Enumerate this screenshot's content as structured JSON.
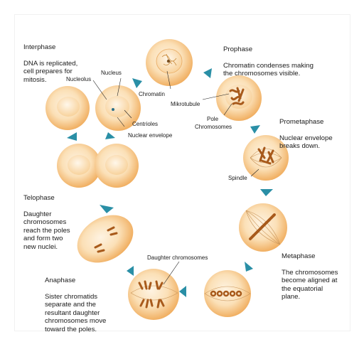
{
  "colors": {
    "cell_outer": "#f3b769",
    "cell_inner": "#fbe2bd",
    "arrow": "#2a8fa6",
    "chromosome": "#a85a1b",
    "fiber": "#b88755"
  },
  "stages": {
    "interphase": {
      "name": "Interphase",
      "desc": "DNA is replicated,\ncell prepares for\nmitosis."
    },
    "prophase": {
      "name": "Prophase",
      "desc": "Chromatin condenses making\nthe chromosomes visible."
    },
    "prometaphase": {
      "name": "Prometaphase",
      "desc": "Nuclear envelope\nbreaks down."
    },
    "metaphase": {
      "name": "Metaphase",
      "desc": "The chromosomes\nbecome aligned at\nthe equatorial\nplane."
    },
    "anaphase": {
      "name": "Anaphase",
      "desc": "Sister chromatids\nseparate and the\nresultant daughter\nchromosomes move\ntoward the poles."
    },
    "telophase": {
      "name": "Telophase",
      "desc": "Daughter\nchromosomes\nreach the poles\nand form two\nnew nuclei."
    }
  },
  "labels": {
    "nucleolus": "Nucleolus",
    "nucleus": "Nucleus",
    "chromatin": "Chromatin",
    "centrioles": "Centrioles",
    "nuclear_envelope": "Nuclear envelope",
    "mikrotubule": "Mikrotubule",
    "pole": "Pole",
    "chromosomes": "Chromosomes",
    "spindle": "Spindle",
    "daughter_chromosomes": "Daughter chromosomes"
  }
}
